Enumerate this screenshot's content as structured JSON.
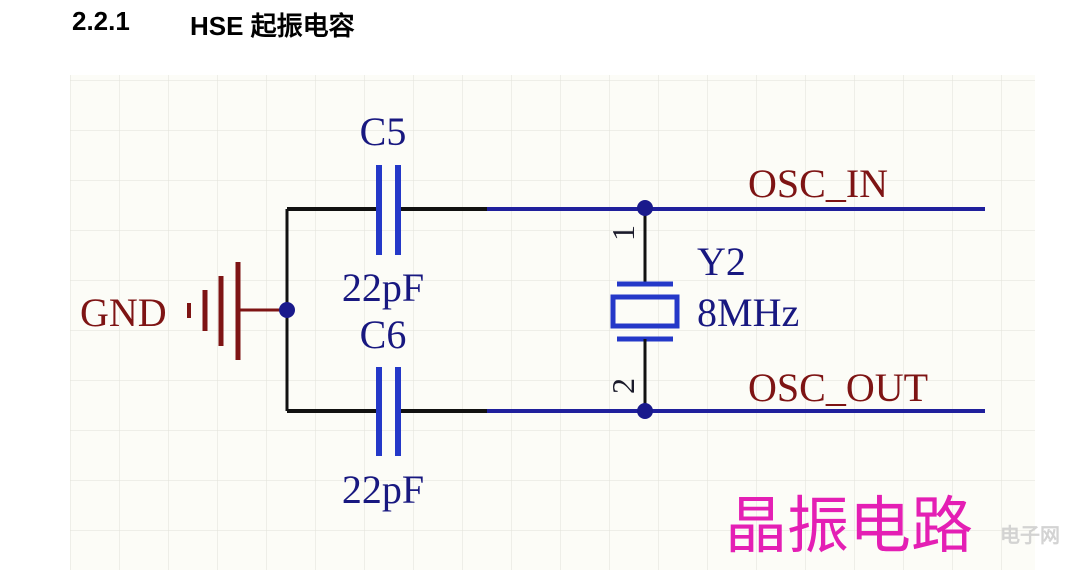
{
  "heading": {
    "number": "2.2.1",
    "title": "HSE 起振电容"
  },
  "schematic": {
    "gnd": {
      "net_label": "GND"
    },
    "c5": {
      "designator": "C5",
      "value": "22pF"
    },
    "c6": {
      "designator": "C6",
      "value": "22pF"
    },
    "y2": {
      "designator": "Y2",
      "value": "8MHz",
      "pin1": "1",
      "pin2": "2"
    },
    "nets": {
      "osc_in": "OSC_IN",
      "osc_out": "OSC_OUT"
    },
    "caption": "晶振电路",
    "colors": {
      "wire": "#1f1f9c",
      "component": "#2438c8",
      "pin_line": "#111111",
      "net_label": "#7e1414",
      "designator": "#181880",
      "caption": "#e41fb4"
    }
  },
  "watermark": "电子网"
}
